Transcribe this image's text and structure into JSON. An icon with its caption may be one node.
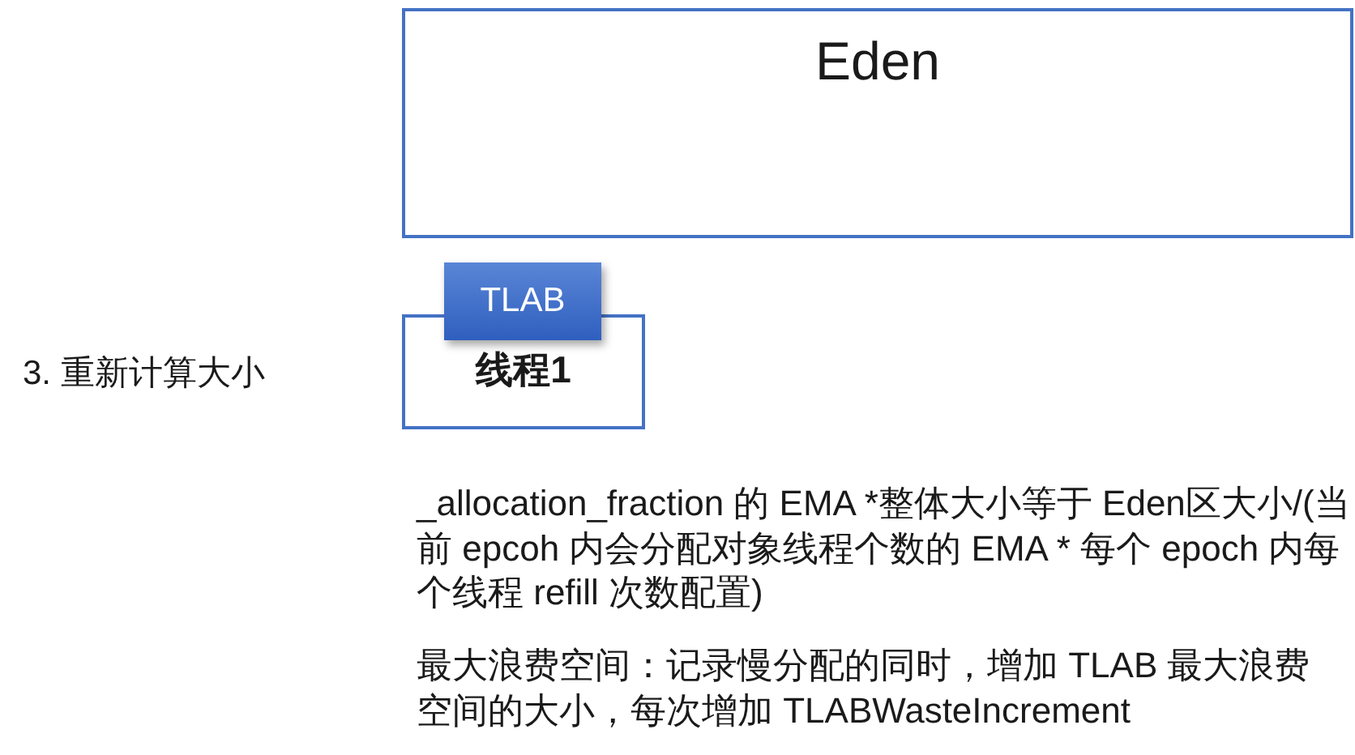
{
  "diagram": {
    "nodes": [
      {
        "text": [
          "Eden"
        ]
      },
      {
        "text": [
          "线程1"
        ]
      },
      {
        "text": [
          "TLAB"
        ]
      }
    ],
    "edges": [],
    "labels": [
      "3. 重新计算大小",
      "_allocation_fraction 的 EMA *整体大小等于 Eden区大小/(当前 epcoh 内会分配对象线程个数的 EMA * 每个 epoch 内每个线程 refill 次数配置)",
      "最大浪费空间：记录慢分配的同时，增加 TLAB 最大浪费空间的大小，每次增加 TLABWasteIncrement"
    ]
  }
}
